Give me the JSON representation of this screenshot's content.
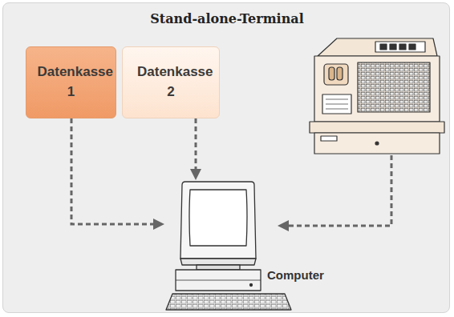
{
  "diagram": {
    "title": "Stand-alone-Terminal",
    "nodes": [
      {
        "text": [
          "Datenkasse 1"
        ]
      },
      {
        "text": [
          "Datenkasse 2"
        ]
      },
      {
        "text": [
          "Computer"
        ]
      }
    ],
    "edges": [
      {
        "from": 0,
        "to": 2,
        "arrow": "to"
      },
      {
        "from": 1,
        "to": 2,
        "arrow": "to"
      }
    ]
  }
}
